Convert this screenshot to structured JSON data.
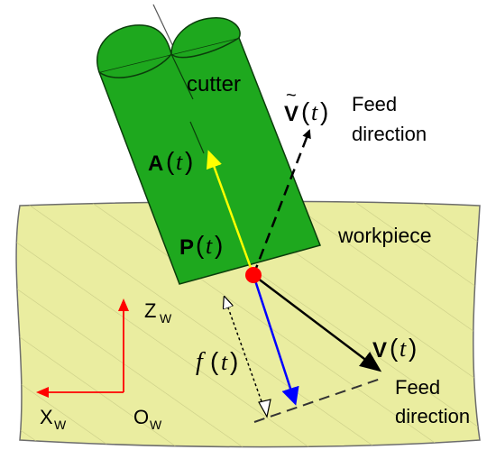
{
  "labels": {
    "cutter": "cutter",
    "workpiece": "workpiece",
    "feed_direction_top_1": "Feed",
    "feed_direction_top_2": "direction",
    "feed_direction_bottom_1": "Feed",
    "feed_direction_bottom_2": "direction",
    "A_symbol": "A",
    "A_arg": "t",
    "P_symbol": "P",
    "P_arg": "t",
    "V_symbol": "V",
    "V_arg": "t",
    "Vtilde_symbol": "V",
    "Vtilde_arg": "t",
    "f_symbol": "f",
    "f_arg": "t",
    "Zw_main": "Z",
    "Zw_sub": "W",
    "Xw_main": "X",
    "Xw_sub": "W",
    "Ow_main": "O",
    "Ow_sub": "W"
  },
  "colors": {
    "workpiece_fill": "#eaeda0",
    "cutter_fill": "#1ea81e",
    "axis_A": "#ffff00",
    "axis_P_to_feed": "#0000ff",
    "contact_point": "#ff0000",
    "frame_axes": "#ff0000"
  }
}
